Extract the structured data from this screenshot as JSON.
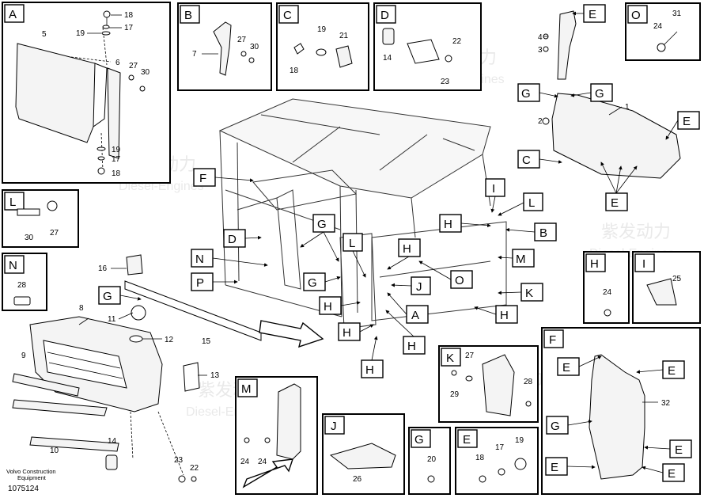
{
  "footer": {
    "brand_line1": "Volvo Construction",
    "brand_line2": "Equipment",
    "drawing_number": "1075124"
  },
  "watermark": {
    "chinese": "紫发动力",
    "english": "Diesel-Engines"
  },
  "detail_boxes": {
    "A": {
      "label": "A",
      "callouts": [
        "18",
        "19",
        "17",
        "5",
        "6",
        "27",
        "30",
        "19",
        "17",
        "18"
      ]
    },
    "B": {
      "label": "B",
      "callouts": [
        "7",
        "27",
        "30"
      ]
    },
    "C": {
      "label": "C",
      "callouts": [
        "19",
        "21",
        "18"
      ]
    },
    "D": {
      "label": "D",
      "callouts": [
        "22",
        "14",
        "23"
      ]
    },
    "O": {
      "label": "O",
      "callouts": [
        "31",
        "24"
      ]
    },
    "L": {
      "label": "L",
      "callouts": [
        "30",
        "27"
      ]
    },
    "N": {
      "label": "N",
      "callouts": [
        "28"
      ]
    },
    "H": {
      "label": "H",
      "callouts": [
        "24"
      ]
    },
    "I": {
      "label": "I",
      "callouts": [
        "25"
      ]
    },
    "F": {
      "label": "F",
      "callouts": [
        "32"
      ]
    },
    "K": {
      "label": "K",
      "callouts": [
        "27",
        "29",
        "28"
      ]
    },
    "M": {
      "label": "M",
      "callouts": [
        "24",
        "24"
      ]
    },
    "J": {
      "label": "J",
      "callouts": [
        "26"
      ]
    },
    "G": {
      "label": "G",
      "callouts": [
        "20"
      ]
    },
    "E": {
      "label": "E",
      "callouts": [
        "19",
        "18",
        "17"
      ]
    }
  },
  "main_callouts": {
    "n1": "1",
    "n2": "2",
    "n3": "3",
    "n4": "4",
    "n8": "8",
    "n9": "9",
    "n10": "10",
    "n11": "11",
    "n12": "12",
    "n13": "13",
    "n14": "14",
    "n15": "15",
    "n16": "16",
    "n22": "22",
    "n23": "23"
  }
}
